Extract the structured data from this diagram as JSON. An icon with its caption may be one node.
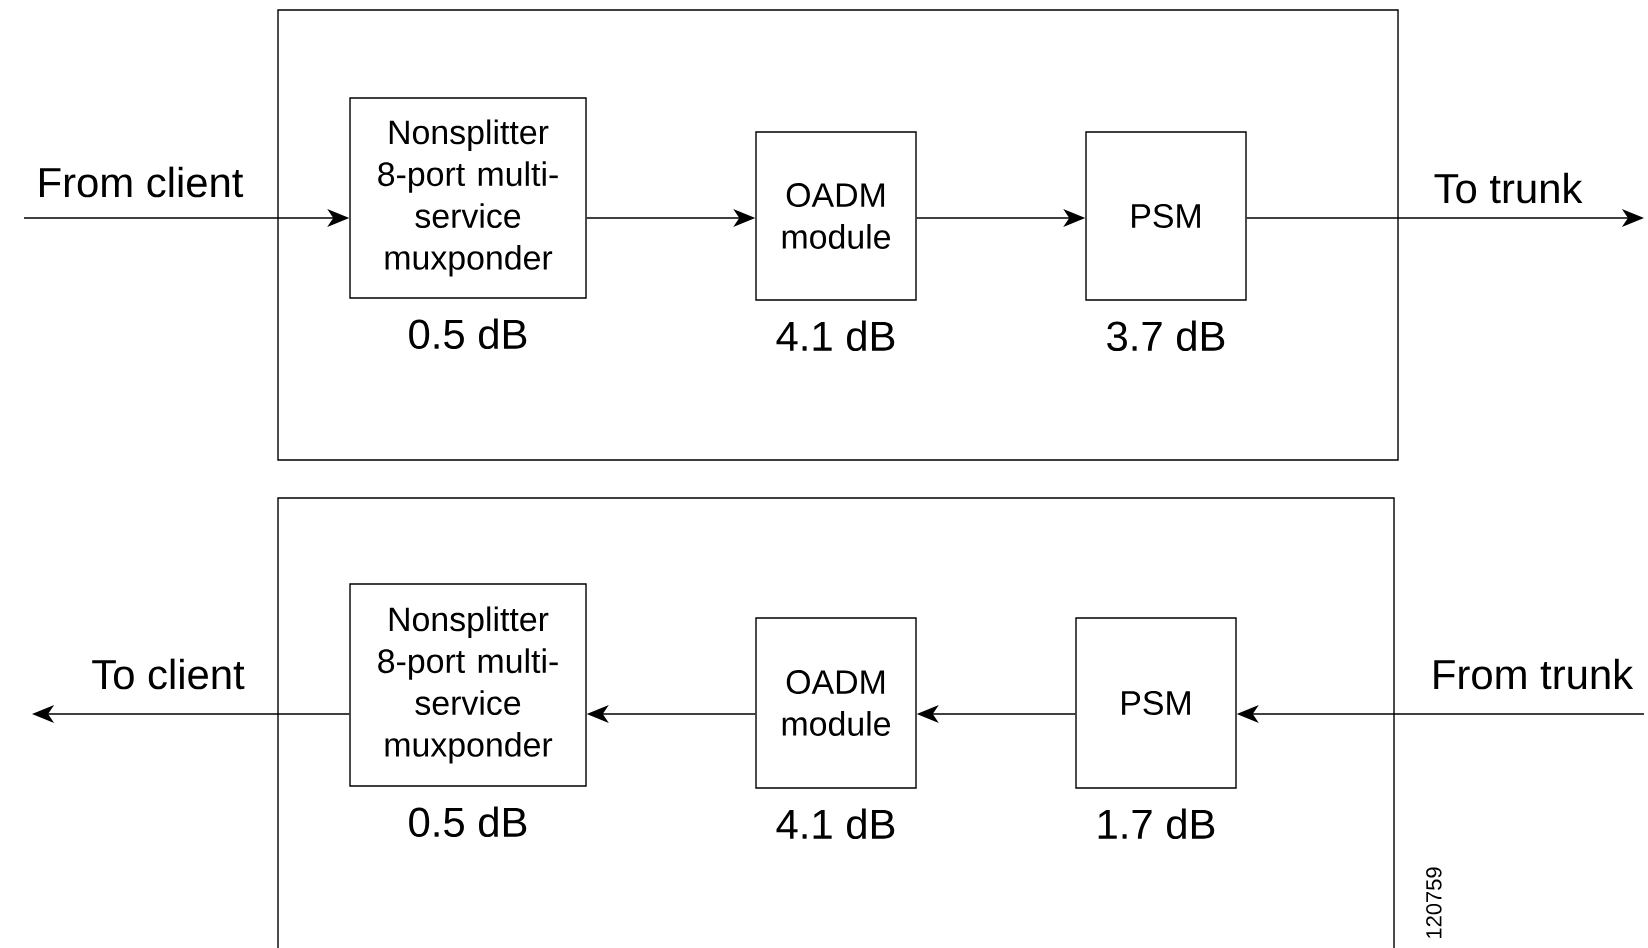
{
  "diagram": {
    "nodes": [
      {
        "text": [],
        "shape": "box"
      },
      {
        "text": [
          "Nonsplitter 8-port multi-service muxponder"
        ],
        "in": 0,
        "beside": [
          "0.5 dB"
        ]
      },
      {
        "text": [
          "OADM module"
        ],
        "in": 0,
        "beside": [
          "4.1 dB"
        ]
      },
      {
        "text": [
          "PSM"
        ],
        "in": 0,
        "beside": [
          "3.7 dB"
        ]
      },
      {
        "text": [],
        "shape": "box"
      },
      {
        "text": [
          "Nonsplitter 8-port multi-service muxponder"
        ],
        "in": 4,
        "beside": [
          "0.5 dB"
        ]
      },
      {
        "text": [
          "OADM module"
        ],
        "in": 4,
        "beside": [
          "4.1 dB"
        ]
      },
      {
        "text": [
          "PSM"
        ],
        "in": 4,
        "beside": [
          "1.7 dB"
        ]
      }
    ],
    "edges": [
      {
        "from": null,
        "to": 1,
        "arrow": "to",
        "label": "From client"
      },
      {
        "from": 1,
        "to": 2,
        "arrow": "to"
      },
      {
        "from": 2,
        "to": 3,
        "arrow": "to"
      },
      {
        "from": 3,
        "to": null,
        "arrow": "to",
        "label": "To trunk"
      },
      {
        "from": null,
        "to": 7,
        "arrow": "to",
        "label": "From trunk"
      },
      {
        "from": 7,
        "to": 6,
        "arrow": "to"
      },
      {
        "from": 6,
        "to": 5,
        "arrow": "to"
      },
      {
        "from": 5,
        "to": null,
        "arrow": "to",
        "label": "To client"
      }
    ],
    "labels": [
      "120759"
    ]
  }
}
